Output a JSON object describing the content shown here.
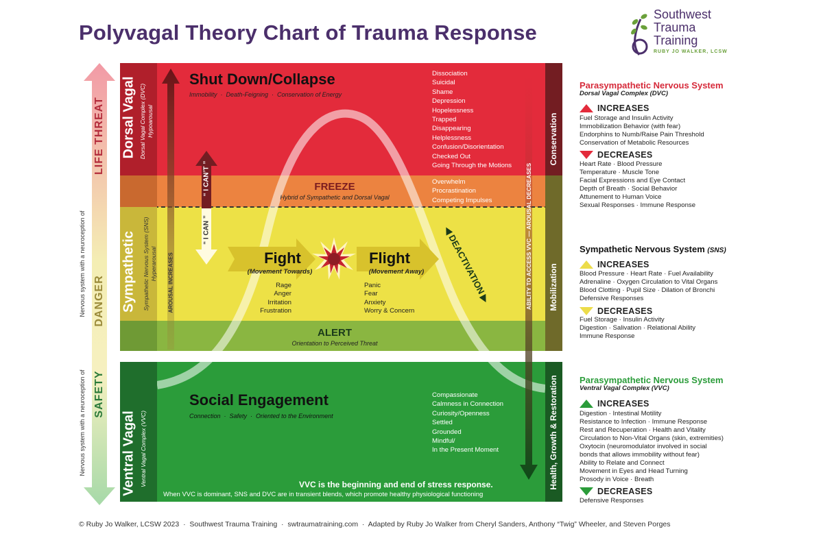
{
  "title": "Polyvagal Theory Chart of Trauma Response",
  "logo": {
    "line1": "Southwest",
    "line2": "Trauma",
    "line3": "Training",
    "subtitle": "RUBY JO WALKER, LCSW"
  },
  "left_axis": {
    "life_threat": "LIFE THREAT",
    "danger": "DANGER",
    "safety": "SAFETY",
    "neuroception_danger": "Nervous system with a neuroception of",
    "neuroception_safety": "Nervous system with a neuroception of"
  },
  "side_labels": {
    "dorsal_title": "Dorsal Vagal",
    "dorsal_sub1": "Dorsal Vagal Complex (DVC)",
    "dorsal_sub2": "Hypoarousal",
    "sympathetic_title": "Sympathetic",
    "sympathetic_sub1": "Sympathetic Nervous System (SNS)",
    "sympathetic_sub2": "Hyperarousal",
    "ventral_title": "Ventral Vagal",
    "ventral_sub1": "Ventral Vagal Complex (VVC)",
    "arousal_increases": "AROUSAL INCREASES",
    "conservation": "Conservation",
    "mobilization": "Mobilization",
    "health": "Health, Growth & Restoration",
    "ability": "ABILITY TO ACCESS VVC — AROUSAL DECREASES",
    "deactivation": "DEACTIVATION",
    "i_cant": "“ I CAN’T ”",
    "i_can": "“ I CAN ”"
  },
  "zones": {
    "shutdown": {
      "title": "Shut Down/Collapse",
      "subtitle": "Immobility  ·  Death-Feigning  ·  Conservation of Energy",
      "items": [
        "Dissociation",
        "Suicidal",
        "Shame",
        "Depression",
        "Hopelessness",
        "Trapped",
        "Disappearing",
        "Helplessness",
        "Confusion/Disorientation",
        "Checked Out",
        "Going Through the Motions"
      ]
    },
    "freeze": {
      "title": "FREEZE",
      "subtitle": "Hybrid of Sympathetic and Dorsal Vagal",
      "items": [
        "Overwhelm",
        "Procrastination",
        "Competing Impulses"
      ]
    },
    "fight": {
      "title": "Fight",
      "subtitle": "(Movement Towards)",
      "items": [
        "Rage",
        "Anger",
        "Irritation",
        "Frustration"
      ]
    },
    "flight": {
      "title": "Flight",
      "subtitle": "(Movement Away)",
      "items": [
        "Panic",
        "Fear",
        "Anxiety",
        "Worry & Concern"
      ]
    },
    "alert": {
      "title": "ALERT",
      "subtitle": "Orientation to Perceived Threat"
    },
    "social": {
      "title": "Social Engagement",
      "subtitle": "Connection  ·  Safety  ·  Oriented to the Environment",
      "items": [
        "Compassionate",
        "Calmness in Connection",
        "Curiosity/Openness",
        "Settled",
        "Grounded",
        "Mindful/",
        "In the Present Moment"
      ],
      "footer_bold": "VVC is the beginning and end of stress response.",
      "footer": "When VVC is dominant, SNS and DVC are in transient blends, which promote healthy physiological functioning"
    }
  },
  "right_panel": {
    "dvc": {
      "title": "Parasympathetic Nervous System",
      "subtitle": "Dorsal Vagal Complex (DVC)",
      "increases_label": "INCREASES",
      "increases": [
        "Fuel Storage and Insulin Activity",
        "Immobilization Behavior (with fear)",
        "Endorphins to Numb/Raise Pain Threshold",
        "Conservation of Metabolic Resources"
      ],
      "decreases_label": "DECREASES",
      "decreases": [
        "Heart Rate · Blood Pressure",
        "Temperature · Muscle Tone",
        "Facial Expressions and Eye Contact",
        "Depth of Breath · Social Behavior",
        "Attunement to Human Voice",
        "Sexual Responses · Immune Response"
      ]
    },
    "sns": {
      "title": "Sympathetic Nervous System",
      "abbr": "(SNS)",
      "increases_label": "INCREASES",
      "increases": [
        "Blood Pressure · Heart Rate · Fuel Availability",
        "Adrenaline · Oxygen Circulation to Vital Organs",
        "Blood Clotting · Pupil Size · Dilation of Bronchi",
        "Defensive Responses"
      ],
      "decreases_label": "DECREASES",
      "decreases": [
        "Fuel Storage · Insulin Activity",
        "Digestion · Salivation · Relational Ability",
        "Immune Response"
      ]
    },
    "vvc": {
      "title": "Parasympathetic Nervous System",
      "subtitle": "Ventral Vagal Complex (VVC)",
      "increases_label": "INCREASES",
      "increases": [
        "Digestion · Intestinal Motility",
        "Resistance to Infection · Immune Response",
        "Rest and Recuperation · Health and Vitality",
        "Circulation to Non-Vital Organs (skin, extremities)",
        "Oxytocin (neuromodulator involved in social",
        "bonds that allows immobility without fear)",
        "Ability to Relate and Connect",
        "Movement in Eyes and Head Turning",
        "Prosody in Voice · Breath"
      ],
      "decreases_label": "DECREASES",
      "decreases": [
        "Defensive Responses"
      ]
    }
  },
  "colors": {
    "purple": "#4b2f6b",
    "red": "#e32b3b",
    "orange": "#ec8340",
    "yellow": "#ede146",
    "lime": "#8ab641",
    "green": "#2b9c3a",
    "darkred": "#731d22",
    "darkgreen": "#1a5a23"
  },
  "footer": "© Ruby Jo Walker, LCSW 2023  ·  Southwest Trauma Training  ·  swtraumatraining.com  ·  Adapted by Ruby Jo Walker from Cheryl Sanders, Anthony “Twig” Wheeler, and Steven Porges"
}
